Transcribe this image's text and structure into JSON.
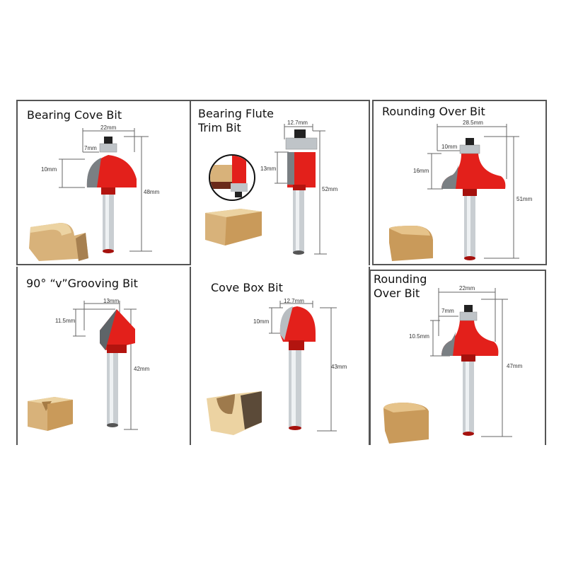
{
  "colors": {
    "cutter_red": "#e3201b",
    "cutter_dark": "#a5110d",
    "carbide_gray": "#7a7f83",
    "shank_light": "#dfe3e6",
    "shank_mid": "#a9b0b5",
    "wood_light": "#e6c38a",
    "wood_mid": "#c99a5a",
    "wood_dark": "#8a6a3c",
    "border": "#555555",
    "dim_line": "#666666"
  },
  "panels": [
    {
      "title": "Bearing Cove Bit",
      "dims": {
        "width": "22mm",
        "bearing": "7mm",
        "cut_height": "10mm",
        "total_length": "48mm"
      }
    },
    {
      "title": "Bearing Flute\nTrim Bit",
      "dims": {
        "width": "12.7mm",
        "cut_height": "13mm",
        "total_length": "52mm"
      },
      "inset": "trim-detail-magnifier"
    },
    {
      "title": "Rounding Over Bit",
      "dims": {
        "width": "28.5mm",
        "bearing": "10mm",
        "cut_height": "16mm",
        "total_length": "51mm"
      }
    },
    {
      "title": "90° “v”Grooving Bit",
      "dims": {
        "width": "13mm",
        "cut_height": "11.5mm",
        "total_length": "42mm"
      }
    },
    {
      "title": "Cove Box Bit",
      "dims": {
        "width": "12.7mm",
        "cut_height": "10mm",
        "total_length": "43mm"
      }
    },
    {
      "title": "Rounding\nOver Bit",
      "dims": {
        "width": "22mm",
        "bearing": "7mm",
        "cut_height": "10.5mm",
        "total_length": "47mm"
      }
    }
  ]
}
